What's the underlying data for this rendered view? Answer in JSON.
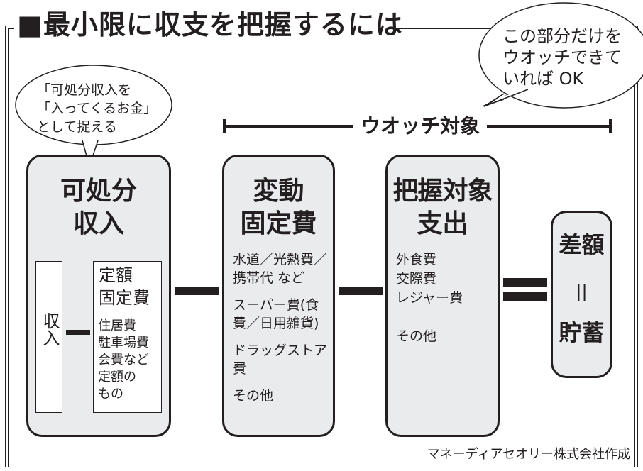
{
  "title": "■最小限に収支を把握するには",
  "bubble_top_right": {
    "lines": [
      "この部分だけを",
      "ウオッチできて",
      "いれば OK"
    ]
  },
  "bubble_left": {
    "lines": [
      "「可処分収入を",
      "「入ってくるお金」",
      "として捉える"
    ]
  },
  "watch_target_label": "ウオッチ対象",
  "boxes": {
    "disposable_income": {
      "heading": [
        "可処分",
        "収入"
      ],
      "income_label": "収入",
      "fixed_cost": {
        "heading": [
          "定額",
          "固定費"
        ],
        "items": [
          "住居費",
          "駐車場費",
          "会費など",
          "定額の",
          "もの"
        ]
      }
    },
    "variable_fixed_cost": {
      "heading": [
        "変動",
        "固定費"
      ],
      "items": [
        "水道／光熱費／携帯代 など",
        "スーパー費(食費／日用雑貨)",
        "ドラッグストア費",
        "その他"
      ]
    },
    "tracked_expense": {
      "heading": [
        "把握対象",
        "支出"
      ],
      "items": [
        "外食費",
        "交際費",
        "レジャー費",
        "",
        "その他"
      ]
    },
    "savings": {
      "top": "差額",
      "equals": "||",
      "bottom": "貯蓄"
    }
  },
  "credit": "マネーディアセオリー株式会社作成"
}
